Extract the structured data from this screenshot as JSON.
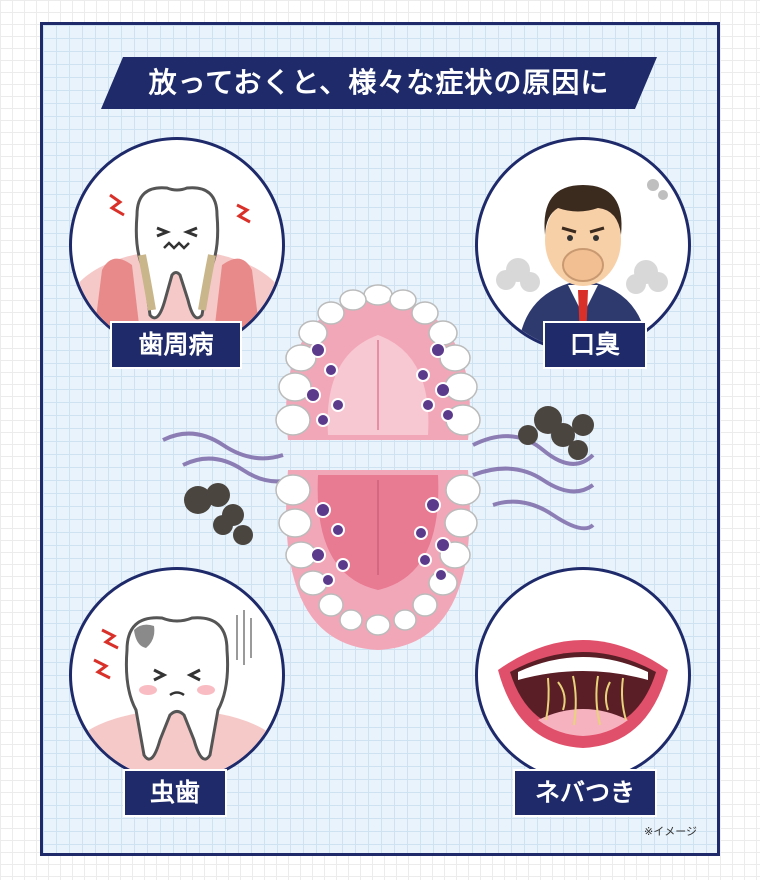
{
  "title": "放っておくと、様々な症状の原因に",
  "symptoms": [
    {
      "label": "歯周病",
      "icon": "gum-disease-tooth-icon"
    },
    {
      "label": "口臭",
      "icon": "bad-breath-man-icon"
    },
    {
      "label": "虫歯",
      "icon": "cavity-tooth-icon"
    },
    {
      "label": "ネバつき",
      "icon": "sticky-mouth-icon"
    }
  ],
  "note": "※イメージ",
  "colors": {
    "navy": "#1e2a6a",
    "gum_pink": "#f2a7b8",
    "bacteria_purple": "#5b3a8c"
  }
}
